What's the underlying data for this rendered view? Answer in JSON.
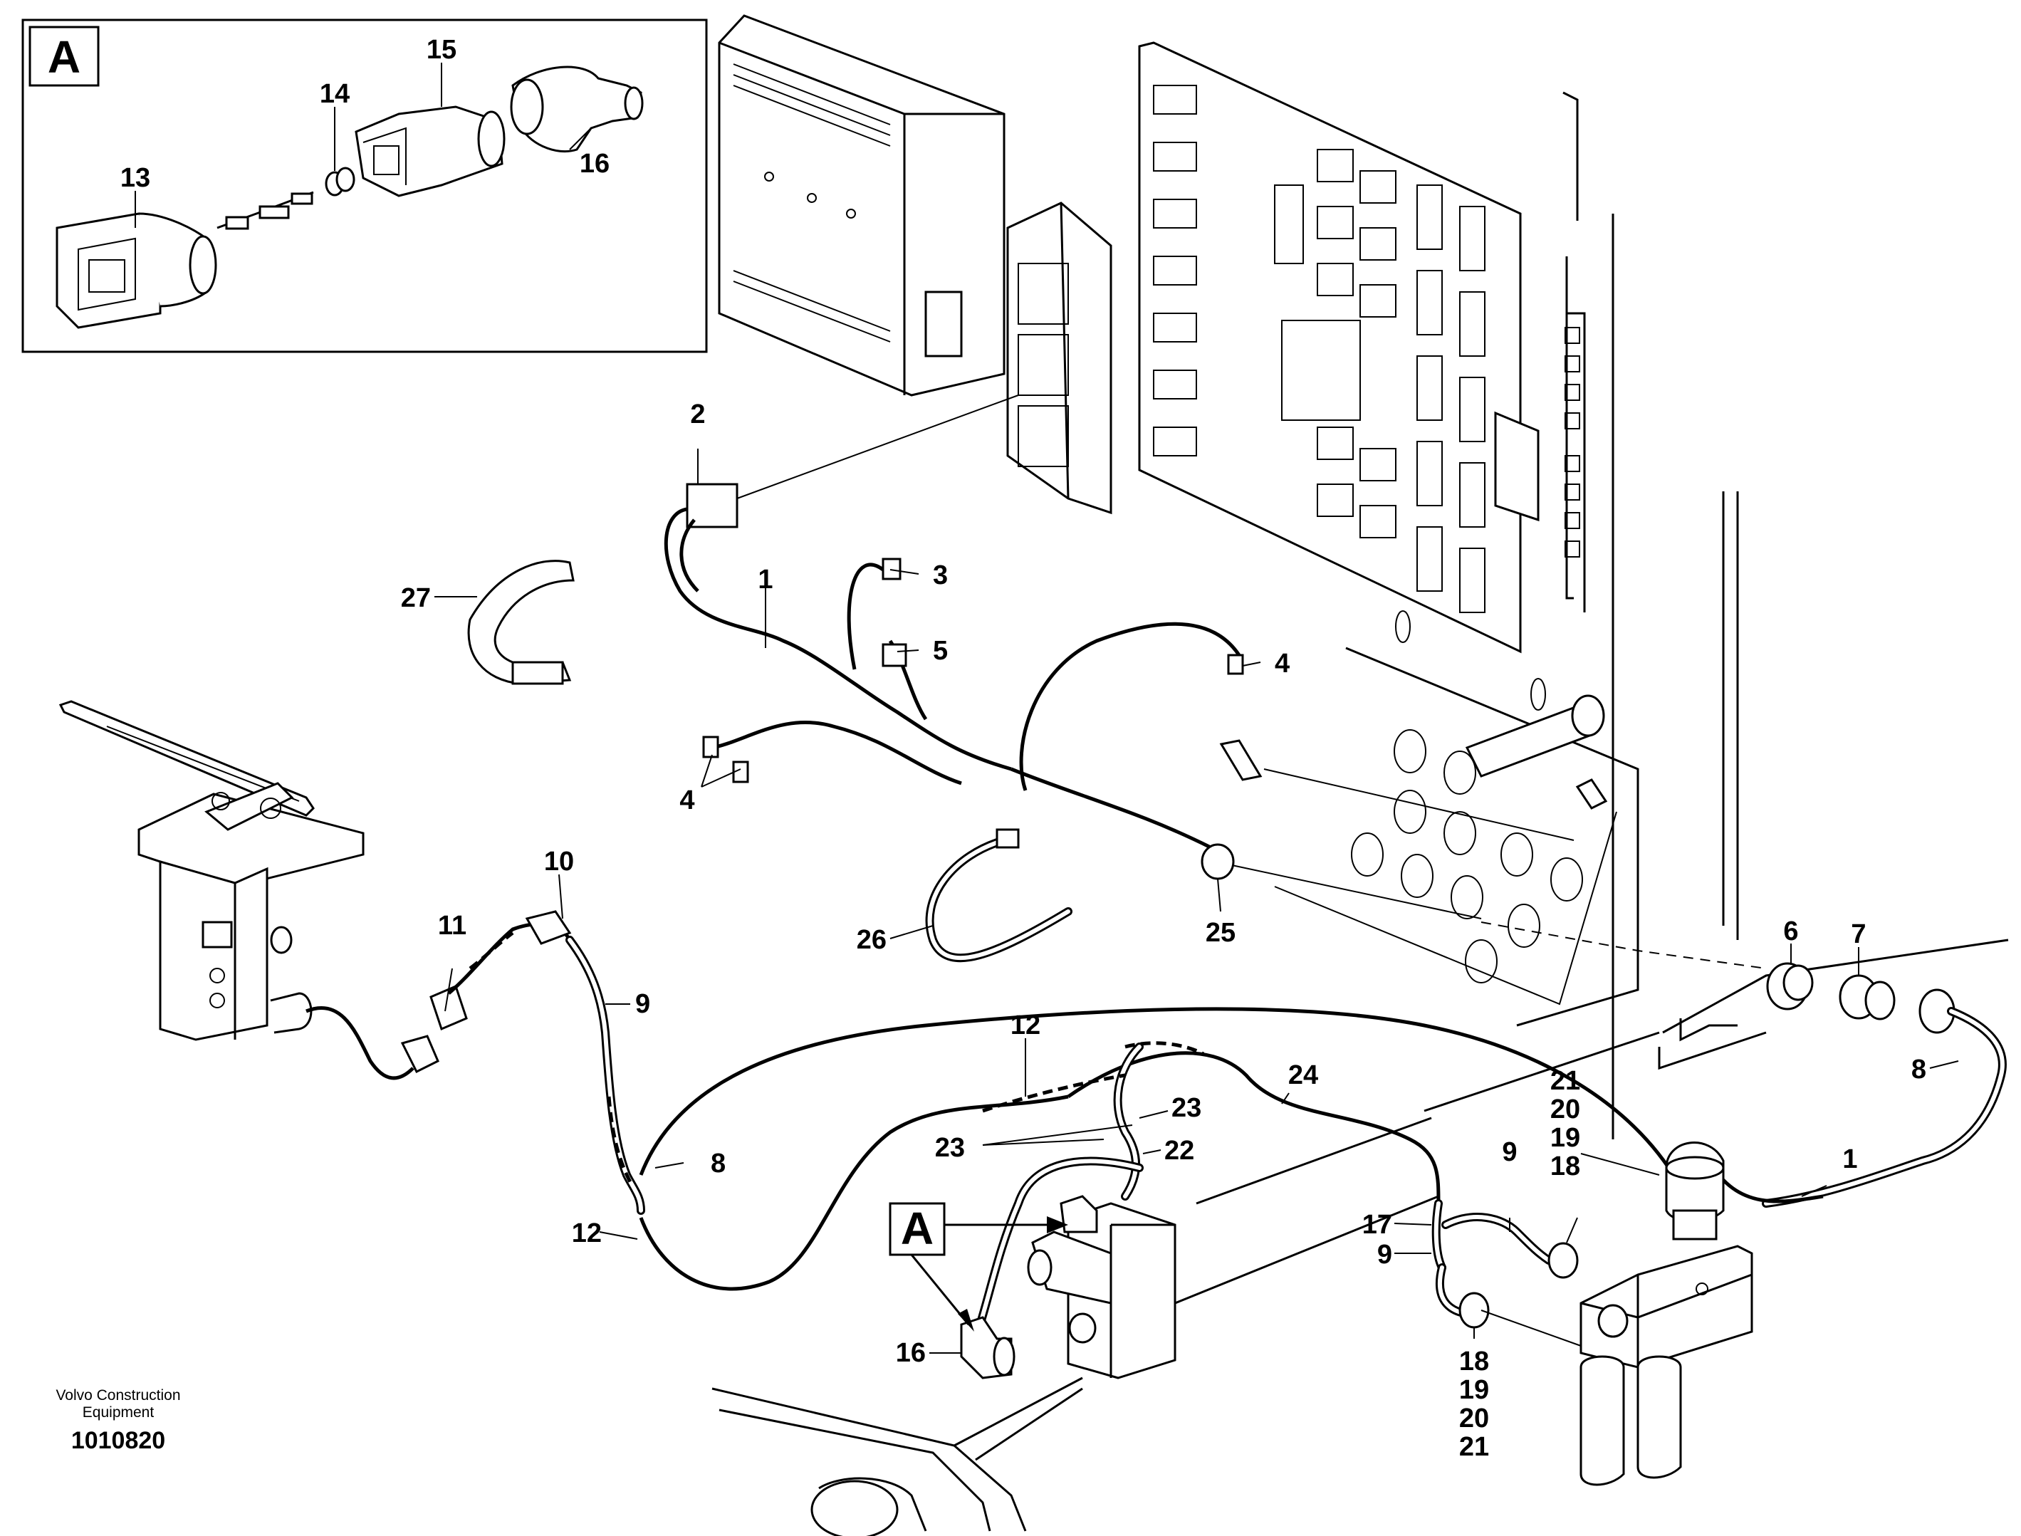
{
  "detail": {
    "letter": "A"
  },
  "callouts": [
    {
      "id": "c13",
      "text": "13"
    },
    {
      "id": "c14",
      "text": "14"
    },
    {
      "id": "c15",
      "text": "15"
    },
    {
      "id": "c16a",
      "text": "16"
    },
    {
      "id": "c2",
      "text": "2"
    },
    {
      "id": "c1a",
      "text": "1"
    },
    {
      "id": "c3",
      "text": "3"
    },
    {
      "id": "c27",
      "text": "27"
    },
    {
      "id": "c5",
      "text": "5"
    },
    {
      "id": "c4a",
      "text": "4"
    },
    {
      "id": "c4b",
      "text": "4"
    },
    {
      "id": "c10",
      "text": "10"
    },
    {
      "id": "c11",
      "text": "11"
    },
    {
      "id": "c9a",
      "text": "9"
    },
    {
      "id": "c26",
      "text": "26"
    },
    {
      "id": "c25",
      "text": "25"
    },
    {
      "id": "c6",
      "text": "6"
    },
    {
      "id": "c7",
      "text": "7"
    },
    {
      "id": "c8a",
      "text": "8"
    },
    {
      "id": "c12a",
      "text": "12"
    },
    {
      "id": "c24",
      "text": "24"
    },
    {
      "id": "c23a",
      "text": "23"
    },
    {
      "id": "c23b",
      "text": "23"
    },
    {
      "id": "c22",
      "text": "22"
    },
    {
      "id": "c8b",
      "text": "8"
    },
    {
      "id": "c12b",
      "text": "12"
    },
    {
      "id": "c21a",
      "text": "21"
    },
    {
      "id": "c20a",
      "text": "20"
    },
    {
      "id": "c19a",
      "text": "19"
    },
    {
      "id": "c18a",
      "text": "18"
    },
    {
      "id": "c1b",
      "text": "1"
    },
    {
      "id": "c9b",
      "text": "9"
    },
    {
      "id": "c17",
      "text": "17"
    },
    {
      "id": "c9c",
      "text": "9"
    },
    {
      "id": "c16b",
      "text": "16"
    },
    {
      "id": "c18b",
      "text": "18"
    },
    {
      "id": "c19b",
      "text": "19"
    },
    {
      "id": "c20b",
      "text": "20"
    },
    {
      "id": "c21b",
      "text": "21"
    }
  ],
  "marker": {
    "letter": "A"
  },
  "credit": {
    "maker_line1": "Volvo Construction",
    "maker_line2": "Equipment",
    "code": "1010820"
  }
}
